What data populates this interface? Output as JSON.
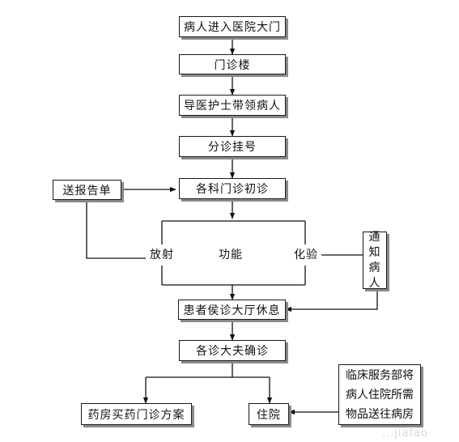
{
  "nodes": {
    "enter_gate": "病人进入医院大门",
    "clinic_building": "门诊楼",
    "guide_nurse": "导医护士带领病人",
    "registration": "分诊挂号",
    "initial_consult": "各科门诊初诊",
    "send_report": "送报告单",
    "radiology": "放射",
    "function_test": "功能",
    "lab_test": "化验",
    "notify_patient": [
      "通",
      "知",
      "病",
      "人"
    ],
    "waiting_hall": "患者侯诊大厅休息",
    "doctor_confirm": "各诊大夫确诊",
    "pharmacy": "药房买药门诊方案",
    "hospitalize": "住院",
    "ward_service": [
      "临床服务部将",
      "病人住院所需",
      "物品送往病房"
    ]
  },
  "watermark": "...jiafao"
}
